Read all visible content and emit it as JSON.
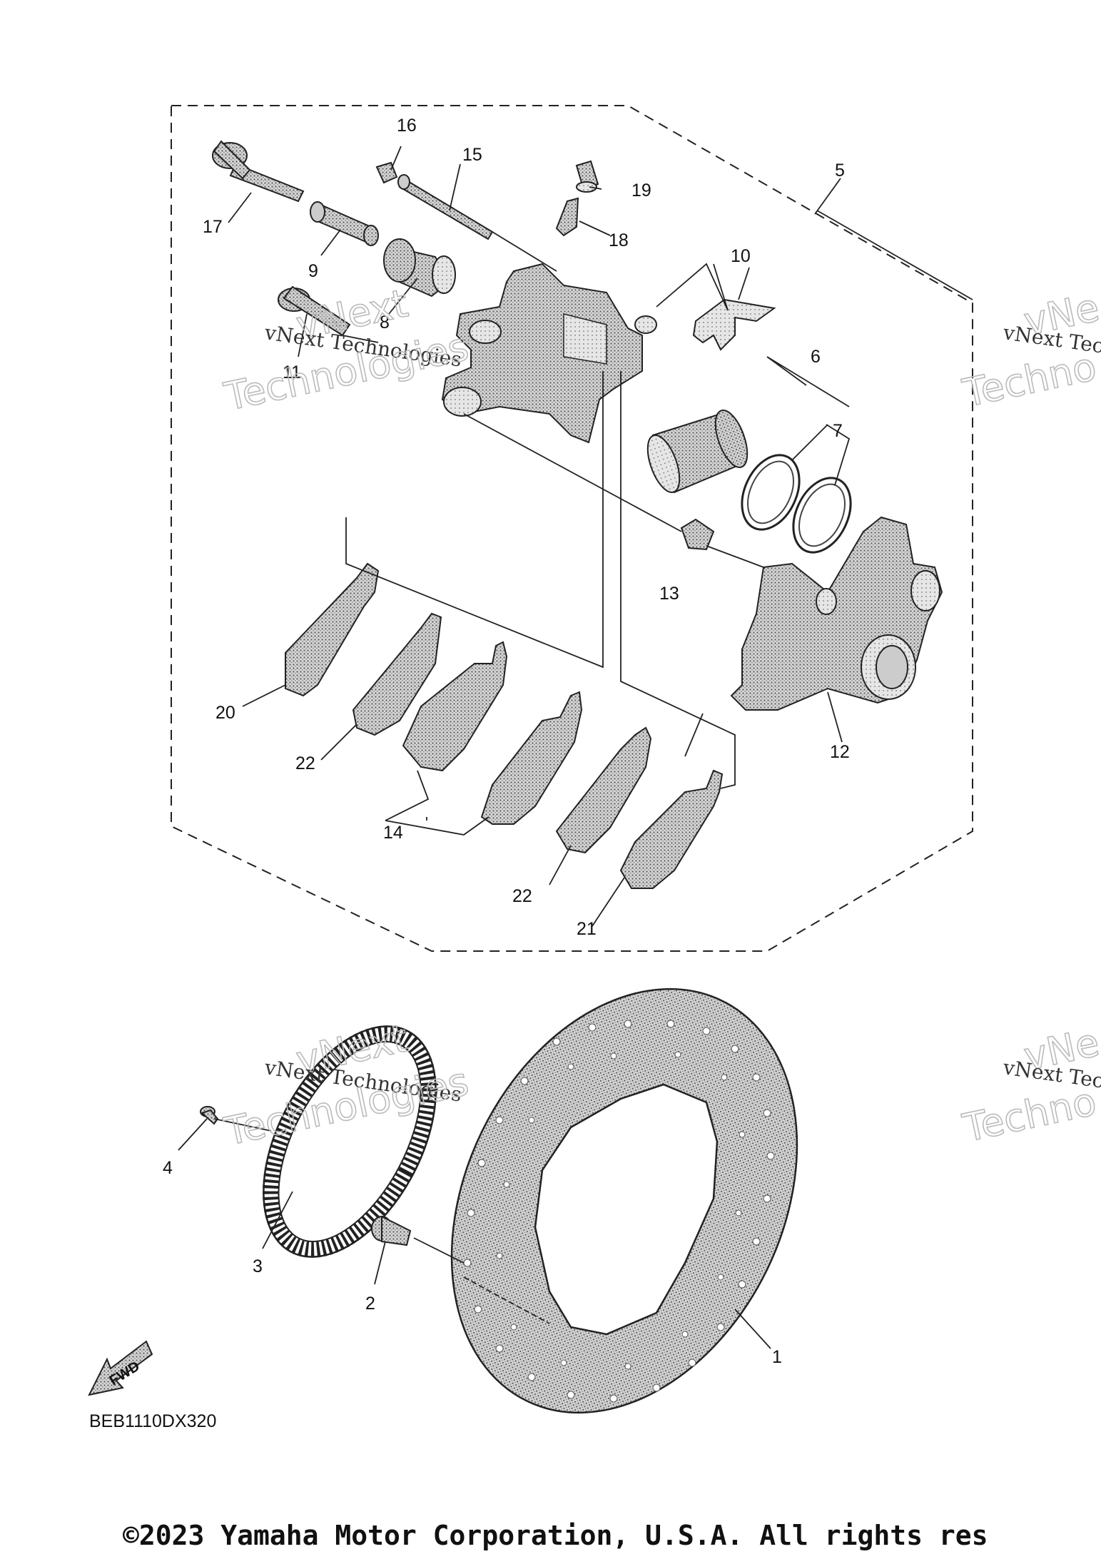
{
  "callouts": [
    "1",
    "2",
    "3",
    "4",
    "5",
    "6",
    "7",
    "8",
    "9",
    "10",
    "11",
    "12",
    "13",
    "14",
    "15",
    "16",
    "17",
    "18",
    "19",
    "20",
    "21",
    "22",
    "22"
  ],
  "watermarks": {
    "line1": "vNext Technologies",
    "big_top": "vNext",
    "big_bottom": "Technologies",
    "edge_line1": "vNext Tec",
    "edge_big_top": "vNe",
    "edge_big_bottom": "Techno"
  },
  "fwd_label": "FWD",
  "diagram_code": "BEB1110DX320",
  "copyright": "©2023 Yamaha Motor Corporation, U.S.A. All rights res"
}
